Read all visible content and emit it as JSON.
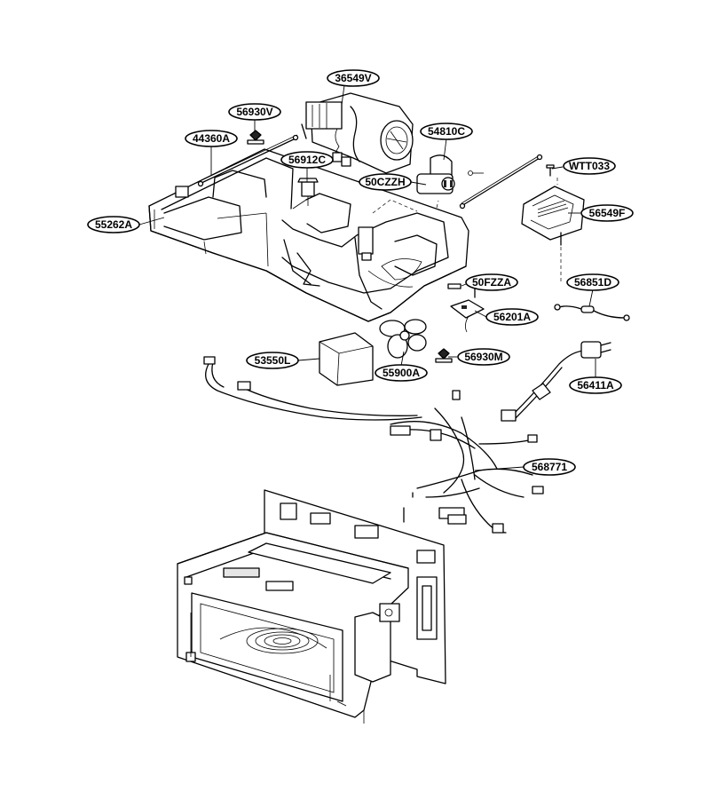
{
  "parts": [
    {
      "id": "p1",
      "label": "36549V"
    },
    {
      "id": "p2",
      "label": "56930V"
    },
    {
      "id": "p3",
      "label": "44360A"
    },
    {
      "id": "p4",
      "label": "54810C"
    },
    {
      "id": "p5",
      "label": "56912C"
    },
    {
      "id": "p6",
      "label": "WTT033"
    },
    {
      "id": "p7",
      "label": "50CZZH"
    },
    {
      "id": "p8",
      "label": "55262A"
    },
    {
      "id": "p9",
      "label": "56549F"
    },
    {
      "id": "p10",
      "label": "50FZZA"
    },
    {
      "id": "p11",
      "label": "56851D"
    },
    {
      "id": "p12",
      "label": "56201A"
    },
    {
      "id": "p13",
      "label": "53550L"
    },
    {
      "id": "p14",
      "label": "56930M"
    },
    {
      "id": "p15",
      "label": "55900A"
    },
    {
      "id": "p16",
      "label": "56411A"
    },
    {
      "id": "p17",
      "label": "568771"
    }
  ]
}
